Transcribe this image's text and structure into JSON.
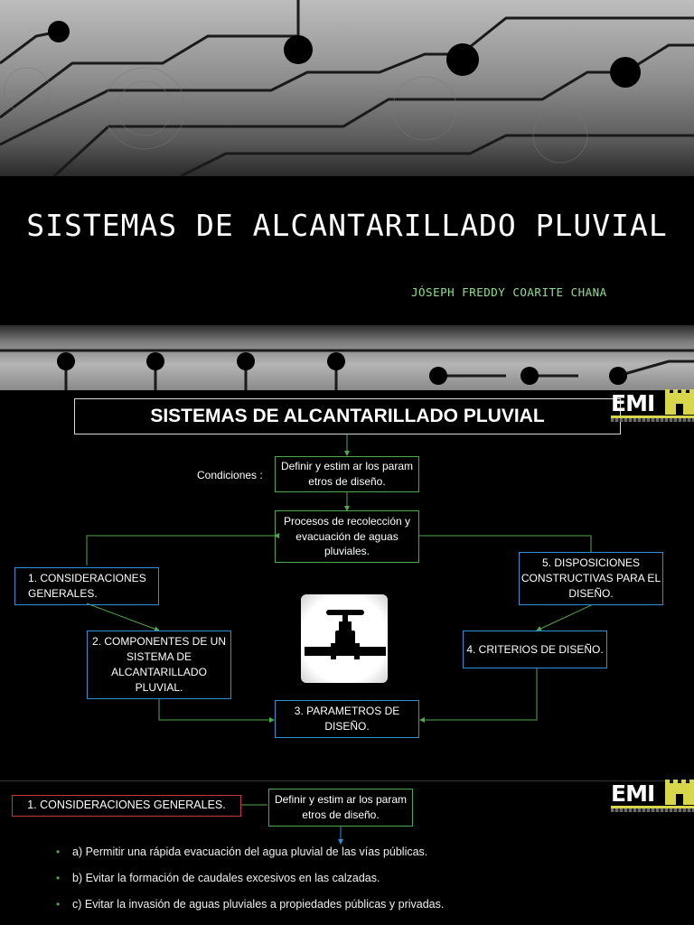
{
  "slide1": {
    "title": "SISTEMAS DE ALCANTARILLADO PLUVIAL",
    "author": "JÓSEPH FREDDY COARITE CHANA"
  },
  "slide2": {
    "title": "SISTEMAS DE ALCANTARILLADO PLUVIAL",
    "logo": "EMI",
    "conditions_label": "Condiciones :",
    "define_box": "Definir y estim ar los param etros de diseño.",
    "process_box": "Procesos de recolección y evacuación de aguas pluviales.",
    "step1": "1. CONSIDERACIONES GENERALES.",
    "step2": "2. COMPONENTES DE UN SISTEMA DE ALCANTARILLADO PLUVIAL.",
    "step3": "3. PARAMETROS DE DISEÑO.",
    "step4": "4. CRITERIOS DE DISEÑO.",
    "step5": "5. DISPOSICIONES CONSTRUCTIVAS PARA EL DISEÑO.",
    "image_icon": "valve-icon"
  },
  "slide3": {
    "heading": "1. CONSIDERACIONES GENERALES.",
    "logo": "EMI",
    "define_box": "Definir y estim ar los param etros de diseño.",
    "bullets": [
      "a) Permitir una rápida evacuación del agua pluvial de las vías públicas.",
      "b) Evitar la formación de caudales excesivos en las calzadas.",
      "c) Evitar la invasión de aguas pluviales a propiedades públicas y privadas."
    ]
  },
  "colors": {
    "background": "#000000",
    "author_green": "#8fe08f",
    "connector_green": "#4fa84f",
    "box_blue": "#2f8fd8",
    "heading_red_border": "#c43a3a",
    "logo_yellow": "#d8d64a"
  }
}
